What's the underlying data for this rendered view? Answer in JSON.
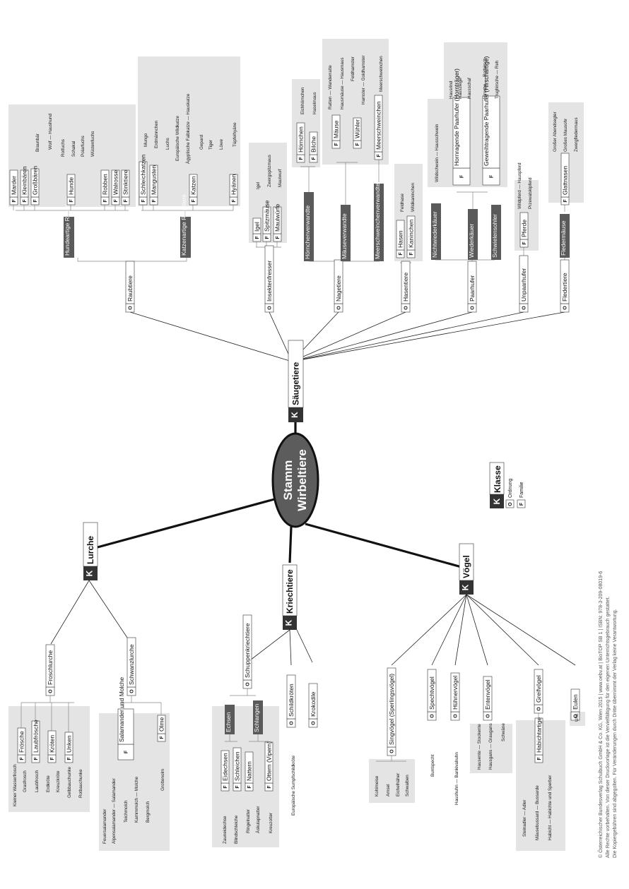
{
  "root": {
    "line1": "Stamm",
    "line2": "Wirbeltiere"
  },
  "tags": {
    "klasse": "K",
    "ordnung": "O",
    "familie": "F"
  },
  "legend": {
    "klasse": "Klasse",
    "ordnung": "Ordnung",
    "familie": "Familie"
  },
  "classes": [
    {
      "name": "Säugetiere",
      "orders": [
        {
          "name": "Raubtiere",
          "groups": [
            {
              "name": "Hundeartige Raubtiere",
              "families": [
                {
                  "name": "Marder",
                  "leaves": []
                },
                {
                  "name": "Kleinbären",
                  "leaves": []
                },
                {
                  "name": "Großbären",
                  "leaves": [
                    "Braunbär"
                  ]
                },
                {
                  "name": "Hunde",
                  "leaves": [
                    "Wolf — Haushund",
                    "Rotfuchs",
                    "Schakal",
                    "Polarfuchs",
                    "Wüstenfuchs"
                  ]
                },
                {
                  "name": "Robben",
                  "leaves": []
                },
                {
                  "name": "Walrosse",
                  "leaves": []
                },
                {
                  "name": "Stinktiere",
                  "leaves": []
                }
              ]
            },
            {
              "name": "Katzenartige Raubtiere",
              "families": [
                {
                  "name": "Schleichkatzen",
                  "leaves": [
                    "Mungo"
                  ]
                },
                {
                  "name": "Mangusten",
                  "leaves": [
                    "Erdmännchen"
                  ]
                },
                {
                  "name": "Katzen",
                  "leaves": [
                    "Luchs",
                    "Europäische Wildkatze",
                    "Ägyptische Falbkatze — Hauskatze",
                    "Gepard",
                    "Tiger",
                    "Löwe"
                  ]
                },
                {
                  "name": "Hyänen",
                  "leaves": [
                    "Tüpfelhyäne"
                  ]
                }
              ]
            }
          ]
        },
        {
          "name": "Insektenfresser",
          "families": [
            {
              "name": "Igel",
              "leaves": [
                "Igel"
              ]
            },
            {
              "name": "Spitzmäuse",
              "leaves": [
                "Zwergspitzmaus"
              ]
            },
            {
              "name": "Maulwürfe",
              "leaves": [
                "Maulwurf"
              ]
            }
          ]
        },
        {
          "name": "Nagetiere",
          "groups": [
            {
              "name": "Hörnchenverwandte",
              "families": [
                {
                  "name": "Hörnchen",
                  "leaves": [
                    "Eichhörnchen"
                  ]
                },
                {
                  "name": "Bilche",
                  "leaves": [
                    "Haselmaus"
                  ]
                }
              ]
            },
            {
              "name": "Mäuseverwandte",
              "families": [
                {
                  "name": "Mäuse",
                  "leaves": [
                    "Ratten — Wanderratte",
                    "Hausmäuse — Hausmaus"
                  ]
                },
                {
                  "name": "Wühler",
                  "leaves": [
                    "Feldhamster",
                    "Hamster — Goldhamster"
                  ]
                }
              ]
            },
            {
              "name": "Meerschweinchenverwandte",
              "families": [
                {
                  "name": "Meerschweinchen",
                  "leaves": [
                    "Meerschweinchen"
                  ]
                }
              ]
            }
          ]
        },
        {
          "name": "Hasentiere",
          "families": [
            {
              "name": "Hasen",
              "leaves": [
                "Feldhase"
              ]
            },
            {
              "name": "Kaninchen",
              "leaves": [
                "Wildkaninchen"
              ]
            }
          ]
        },
        {
          "name": "Paarhufer",
          "groups": [
            {
              "name": "Nichtwiederkäuer",
              "leaves": [
                "Wildschwein — Hausschwein"
              ]
            },
            {
              "name": "Wiederkäuer",
              "families": [
                {
                  "name": "Hornragende Paarhufer (Hornträger)",
                  "leaves": [
                    "Hausrind",
                    "Hausziege",
                    "Hausschaf"
                  ]
                },
                {
                  "name": "Geweihtragende Paarhufer (Hirschartige)",
                  "leaves": [
                    "Hirsche — Rothirsch",
                    "Trughirsche — Reh"
                  ]
                }
              ]
            },
            {
              "name": "Schwielensohler",
              "leaves": []
            }
          ]
        },
        {
          "name": "Unpaarhufer",
          "families": [
            {
              "name": "Pferde",
              "leaves": [
                "Wildpferd — Hauspferd",
                "Przewalskipferd"
              ]
            }
          ]
        },
        {
          "name": "Fledertiere",
          "groups": [
            {
              "name": "Fledermäuse",
              "families": [
                {
                  "name": "Glattnasen",
                  "leaves": [
                    "Großer Abendsegler",
                    "Großes Mausohr",
                    "Zwergfledermaus"
                  ]
                }
              ]
            }
          ]
        }
      ]
    },
    {
      "name": "Lurche",
      "orders": [
        {
          "name": "Froschlurche",
          "families": [
            {
              "name": "Frösche",
              "leaves": [
                "Kleiner Wasserfrosch",
                "Grasfrosch"
              ]
            },
            {
              "name": "Laubfrösche",
              "leaves": [
                "Laubfrosch"
              ]
            },
            {
              "name": "Kröten",
              "leaves": [
                "Erdkröte",
                "Kreuzkröte"
              ]
            },
            {
              "name": "Unken",
              "leaves": [
                "Gelbbauchunke",
                "Rotbauchunke"
              ]
            }
          ]
        },
        {
          "name": "Schwanzlurche",
          "families": [
            {
              "name": "Salamander und Molche",
              "leaves": [
                "Feuersalamander",
                "Alpensalamander — Salamander",
                "Teichmolch",
                "Kammmolch — Molche",
                "Bergmolch"
              ]
            },
            {
              "name": "Olme",
              "leaves": [
                "Grottenolm"
              ]
            }
          ]
        }
      ]
    },
    {
      "name": "Kriechtiere",
      "orders": [
        {
          "name": "Schuppenkriechtiere",
          "groups": [
            {
              "name": "Echsen",
              "families": [
                {
                  "name": "Eidechsen",
                  "leaves": [
                    "Zauneidechse"
                  ]
                },
                {
                  "name": "Schleichen",
                  "leaves": [
                    "Blindschleiche"
                  ]
                }
              ]
            },
            {
              "name": "Schlangen",
              "families": [
                {
                  "name": "Nattern",
                  "leaves": [
                    "Ringelnatter",
                    "Äskulapnatter"
                  ]
                },
                {
                  "name": "Ottern (Vipern)",
                  "leaves": [
                    "Kreuzotter"
                  ]
                }
              ]
            }
          ]
        },
        {
          "name": "Schildkröten",
          "leaves": [
            "Europäische Sumpfschildkröte"
          ]
        },
        {
          "name": "Krokodile",
          "leaves": []
        }
      ]
    },
    {
      "name": "Vögel",
      "orders": [
        {
          "name": "Singvögel (Sperlingsvögel)",
          "leaves": [
            "Kohlmeise",
            "Amsel",
            "Eichelhäher",
            "Schwalben"
          ]
        },
        {
          "name": "Spechtvögel",
          "leaves": [
            "Buntspecht"
          ]
        },
        {
          "name": "Hühnervögel",
          "leaves": [
            "Haushuhn — Bankivahuhn"
          ]
        },
        {
          "name": "Entenvögel",
          "leaves": [
            "Hausente — Stockente",
            "Hausgans — Graugans",
            "Schwäne"
          ]
        },
        {
          "name": "Greifvögel",
          "families": [
            {
              "name": "Habichtartige",
              "leaves": [
                "Steinadler — Adler",
                "Mäusebussard — Bussarde",
                "Habicht — Habichte und Sperber"
              ]
            }
          ]
        },
        {
          "name": "Eulen",
          "leaves": [
            "Uhu"
          ]
        }
      ]
    }
  ],
  "footer": [
    "© Österreichischer Bundesverlag Schulbuch GmbH & Co. KG, Wien 2015 | www.oebv.at | BioTOP SB 1 | ISBN: 978-3-209-08019-6",
    "Alle Rechte vorbehalten. Von dieser Druckvorlage ist die Vervielfältigung für den eigenen Unterrichtsgebrauch gestattet.",
    "Die Kopiergebühren sind abgegolten. Für Veränderungen durch Dritte übernimmt der Verlag keine Verantwortung."
  ]
}
